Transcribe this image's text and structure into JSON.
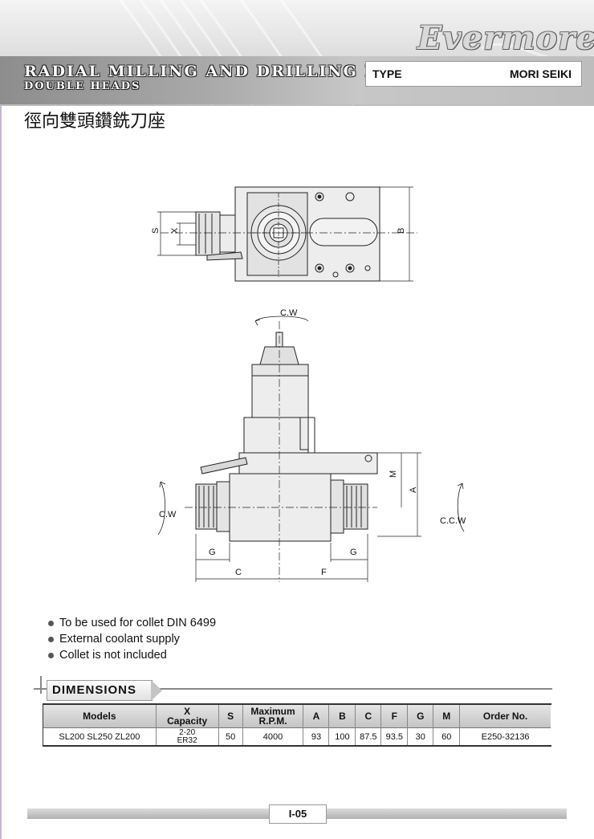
{
  "header": {
    "brand": "Evermore",
    "title": "RADIAL MILLING AND DRILLING HEAD",
    "subtitle": "DOUBLE HEADS",
    "type_label": "TYPE",
    "type_value": "MORI SEIKI",
    "chinese_title": "徑向雙頭鑽銑刀座"
  },
  "drawing": {
    "top_view": {
      "s": "S",
      "x": "X",
      "b": "B"
    },
    "front_view": {
      "cw_top": "C.W",
      "cw_left": "C.W",
      "ccw_right": "C.C.W",
      "m": "M",
      "a": "A",
      "g_left": "G",
      "g_right": "G",
      "c": "C",
      "f": "F"
    }
  },
  "features": [
    "To be used for collet DIN 6499",
    "External coolant supply",
    "Collet is not included"
  ],
  "dimensions": {
    "heading": "DIMENSIONS",
    "columns": {
      "models": "Models",
      "x_top": "X",
      "x_bottom": "Capacity",
      "s": "S",
      "rpm_top": "Maximum",
      "rpm_bottom": "R.P.M.",
      "a": "A",
      "b": "B",
      "c": "C",
      "f": "F",
      "g": "G",
      "m": "M",
      "order": "Order No."
    },
    "row": {
      "models": "SL200  SL250  ZL200",
      "x_top": "2-20",
      "x_bottom": "ER32",
      "s": "50",
      "rpm": "4000",
      "a": "93",
      "b": "100",
      "c": "87.5",
      "f": "93.5",
      "g": "30",
      "m": "60",
      "order": "E250-32136"
    }
  },
  "footer": {
    "page_number": "I-05"
  }
}
